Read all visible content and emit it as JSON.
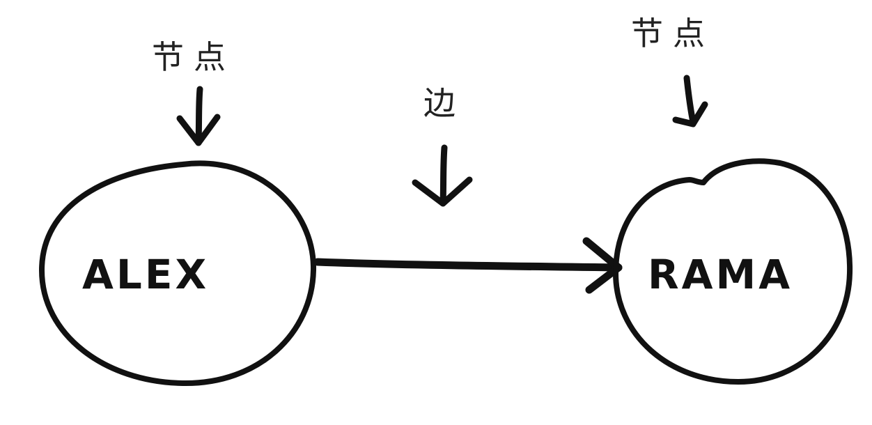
{
  "diagram": {
    "nodes": [
      {
        "id": "alex",
        "label": "ALEX",
        "annotation": "节点"
      },
      {
        "id": "rama",
        "label": "RAMA",
        "annotation": "节点"
      }
    ],
    "edges": [
      {
        "from": "alex",
        "to": "rama",
        "annotation": "边",
        "directed": true
      }
    ]
  },
  "colors": {
    "ink": "#111111",
    "background": "#ffffff"
  }
}
